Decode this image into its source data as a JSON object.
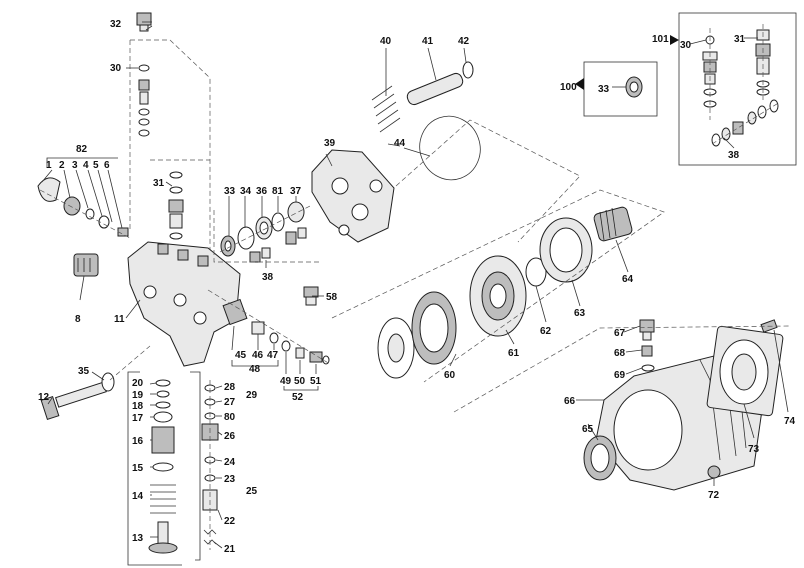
{
  "labels": {
    "l1": "1",
    "l2": "2",
    "l3": "3",
    "l4": "4",
    "l5": "5",
    "l6": "6",
    "l8": "8",
    "l11": "11",
    "l12": "12",
    "l13": "13",
    "l14": "14",
    "l15": "15",
    "l16": "16",
    "l17": "17",
    "l18": "18",
    "l19": "19",
    "l20": "20",
    "l21": "21",
    "l22": "22",
    "l23": "23",
    "l24": "24",
    "l25": "25",
    "l26": "26",
    "l27": "27",
    "l28": "28",
    "l29": "29",
    "l30a": "30",
    "l30b": "30",
    "l31a": "31",
    "l31b": "31",
    "l32": "32",
    "l33a": "33",
    "l33b": "33",
    "l34": "34",
    "l35": "35",
    "l36": "36",
    "l37": "37",
    "l38a": "38",
    "l38b": "38",
    "l39": "39",
    "l40": "40",
    "l41": "41",
    "l42": "42",
    "l44": "44",
    "l45": "45",
    "l46": "46",
    "l47": "47",
    "l48": "48",
    "l49": "49",
    "l50": "50",
    "l51": "51",
    "l52": "52",
    "l58": "58",
    "l60": "60",
    "l61": "61",
    "l62": "62",
    "l63": "63",
    "l64": "64",
    "l65": "65",
    "l66": "66",
    "l67": "67",
    "l68": "68",
    "l69": "69",
    "l72": "72",
    "l73": "73",
    "l74": "74",
    "l80": "80",
    "l81": "81",
    "l82": "82",
    "l100": "100",
    "l101": "101"
  }
}
